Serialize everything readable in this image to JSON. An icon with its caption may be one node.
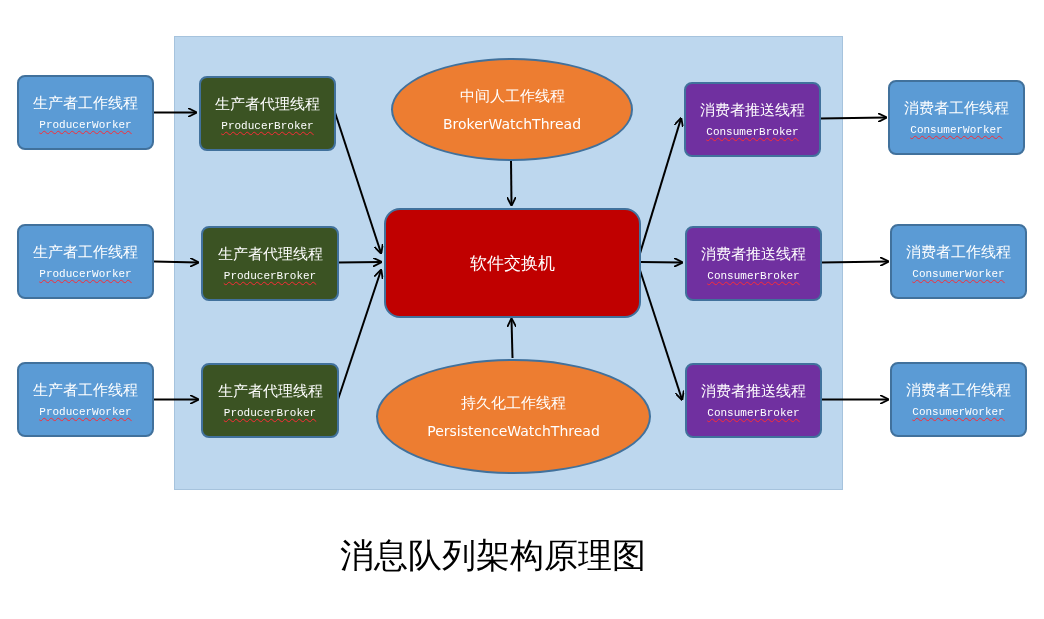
{
  "diagram": {
    "title": "消息队列架构原理图",
    "nodes": [
      {
        "text": [],
        "shape": "box"
      },
      {
        "text": [
          "生产者工作线程",
          "ProducerWorker"
        ]
      },
      {
        "text": [
          "生产者工作线程",
          "ProducerWorker"
        ]
      },
      {
        "text": [
          "生产者工作线程",
          "ProducerWorker"
        ]
      },
      {
        "text": [
          "生产者代理线程",
          "ProducerBroker"
        ],
        "in": 0
      },
      {
        "text": [
          "生产者代理线程",
          "ProducerBroker"
        ],
        "in": 0
      },
      {
        "text": [
          "生产者代理线程",
          "ProducerBroker"
        ],
        "in": 0
      },
      {
        "text": [
          "中间人工作线程",
          "BrokerWatchThread"
        ],
        "in": 0
      },
      {
        "text": [
          "软件交换机"
        ],
        "in": 0
      },
      {
        "text": [
          "持久化工作线程",
          "PersistenceWatchThread"
        ],
        "in": 0
      },
      {
        "text": [
          "消费者推送线程",
          "ConsumerBroker"
        ],
        "in": 0
      },
      {
        "text": [
          "消费者推送线程",
          "ConsumerBroker"
        ],
        "in": 0
      },
      {
        "text": [
          "消费者推送线程",
          "ConsumerBroker"
        ],
        "in": 0
      },
      {
        "text": [
          "消费者工作线程",
          "ConsumerWorker"
        ]
      },
      {
        "text": [
          "消费者工作线程",
          "ConsumerWorker"
        ]
      },
      {
        "text": [
          "消费者工作线程",
          "ConsumerWorker"
        ]
      }
    ],
    "edges": [
      {
        "from": 1,
        "to": 4,
        "arrow": "to"
      },
      {
        "from": 2,
        "to": 5,
        "arrow": "to"
      },
      {
        "from": 3,
        "to": 6,
        "arrow": "to"
      },
      {
        "from": 4,
        "to": 8,
        "arrow": "to"
      },
      {
        "from": 5,
        "to": 8,
        "arrow": "to"
      },
      {
        "from": 6,
        "to": 8,
        "arrow": "to"
      },
      {
        "from": 7,
        "to": 8,
        "arrow": "to"
      },
      {
        "from": 9,
        "to": 8,
        "arrow": "to"
      },
      {
        "from": 8,
        "to": 10,
        "arrow": "to"
      },
      {
        "from": 8,
        "to": 11,
        "arrow": "to"
      },
      {
        "from": 8,
        "to": 12,
        "arrow": "to"
      },
      {
        "from": 10,
        "to": 13,
        "arrow": "to"
      },
      {
        "from": 11,
        "to": 14,
        "arrow": "to"
      },
      {
        "from": 12,
        "to": 15,
        "arrow": "to"
      }
    ]
  }
}
